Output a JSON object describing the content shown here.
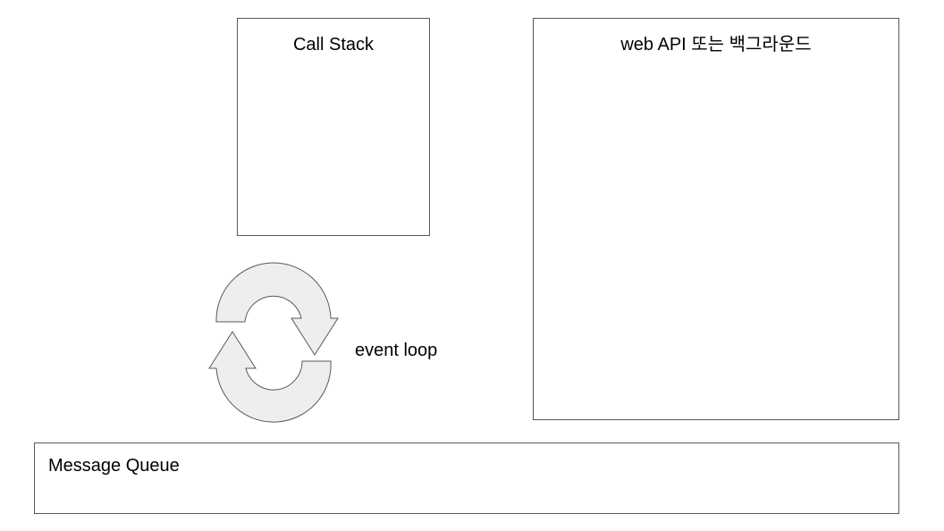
{
  "diagram": {
    "call_stack": {
      "label": "Call Stack"
    },
    "web_api": {
      "label": "web API 또는 백그라운드"
    },
    "message_queue": {
      "label": "Message Queue"
    },
    "event_loop": {
      "label": "event loop",
      "icon": "circular-arrows-icon"
    }
  },
  "colors": {
    "border": "#595959",
    "arrow_fill": "#eeeeee",
    "arrow_stroke": "#595959",
    "text": "#000000",
    "background": "#ffffff"
  }
}
